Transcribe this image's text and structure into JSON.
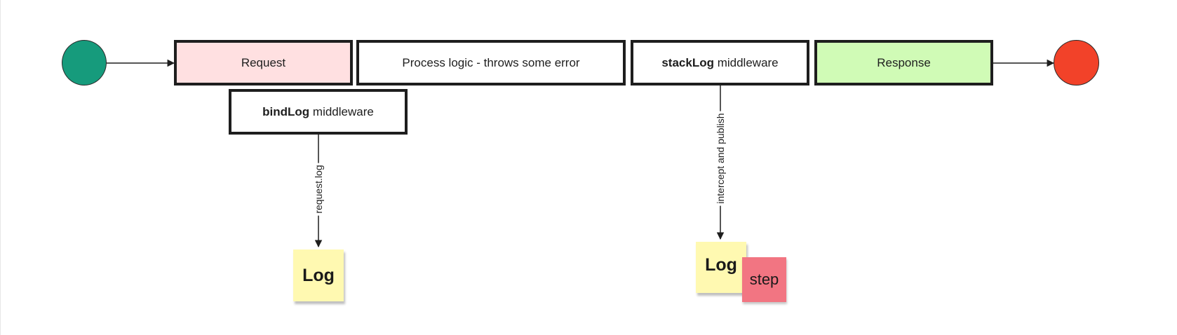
{
  "diagram": {
    "start_node": {
      "color": "#169b7c"
    },
    "end_node": {
      "color": "#f24229"
    },
    "request_box": {
      "label": "Request",
      "fill": "#ffe0e1"
    },
    "process_box": {
      "label": "Process logic - throws some error",
      "fill": "#ffffff"
    },
    "stacklog_box": {
      "bold": "stackLog",
      "rest": " middleware",
      "fill": "#ffffff"
    },
    "response_box": {
      "label": "Response",
      "fill": "#d0fbb6"
    },
    "bindlog_box": {
      "bold": "bindLog",
      "rest": " middleware",
      "fill": "#ffffff"
    },
    "edge_request_log": {
      "label": "request.log"
    },
    "edge_intercept_publish": {
      "label": "intercept and publish"
    },
    "note_log_left": {
      "text": "Log",
      "color": "#fff9b1"
    },
    "note_log_right": {
      "text": "Log",
      "color": "#fff9b1"
    },
    "note_step": {
      "text": "step",
      "color": "#f27582"
    }
  }
}
